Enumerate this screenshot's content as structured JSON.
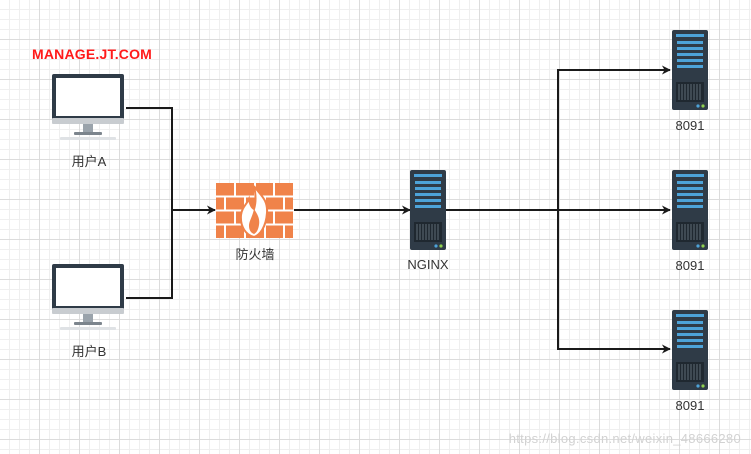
{
  "header": {
    "site_label": "MANAGE.JT.COM"
  },
  "nodes": {
    "user_a": {
      "label": "用户A",
      "icon": "desktop-monitor-icon"
    },
    "user_b": {
      "label": "用户B",
      "icon": "desktop-monitor-icon"
    },
    "firewall": {
      "label": "防火墙",
      "icon": "firewall-icon"
    },
    "nginx": {
      "label": "NGINX",
      "icon": "server-tower-icon"
    },
    "server_1": {
      "label": "8091",
      "icon": "server-tower-icon"
    },
    "server_2": {
      "label": "8091",
      "icon": "server-tower-icon"
    },
    "server_3": {
      "label": "8091",
      "icon": "server-tower-icon"
    }
  },
  "watermark": "https://blog.csdn.net/weixin_48666280",
  "colors": {
    "site_label": "#ff1a1a",
    "firewall": "#f0834a",
    "server_body": "#2f3b47",
    "server_accent": "#4da3d9",
    "connector": "#1a1a1a"
  }
}
